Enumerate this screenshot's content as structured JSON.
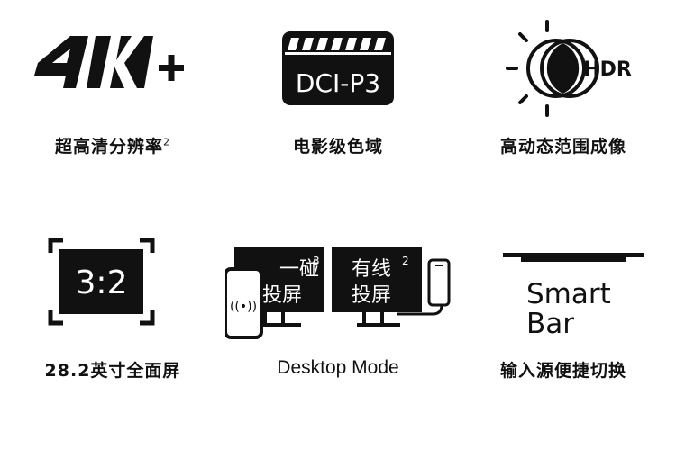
{
  "features": [
    {
      "caption": "超高清分辨率",
      "sup": "2",
      "icon": "4k-plus-icon",
      "badge_text": "4K+"
    },
    {
      "caption": "电影级色域",
      "icon": "dci-p3-clapperboard-icon",
      "badge_text": "DCI-P3"
    },
    {
      "caption": "高动态范围成像",
      "icon": "hdr-sun-icon",
      "badge_text": "HDR"
    },
    {
      "caption": "28.2英寸全面屏",
      "icon": "ratio-frame-icon",
      "badge_text": "3:2"
    },
    {
      "caption": "Desktop Mode",
      "icon": "dual-monitor-projection-icon",
      "left_line1": "一碰",
      "left_sup": "3",
      "left_line2": "投屏",
      "right_line1": "有线",
      "right_sup": "2",
      "right_line2": "投屏"
    },
    {
      "caption": "输入源便捷切换",
      "icon": "smart-bar-icon",
      "line1": "Smart",
      "line2": "Bar"
    }
  ],
  "colors": {
    "ink": "#111111",
    "background": "#ffffff"
  }
}
